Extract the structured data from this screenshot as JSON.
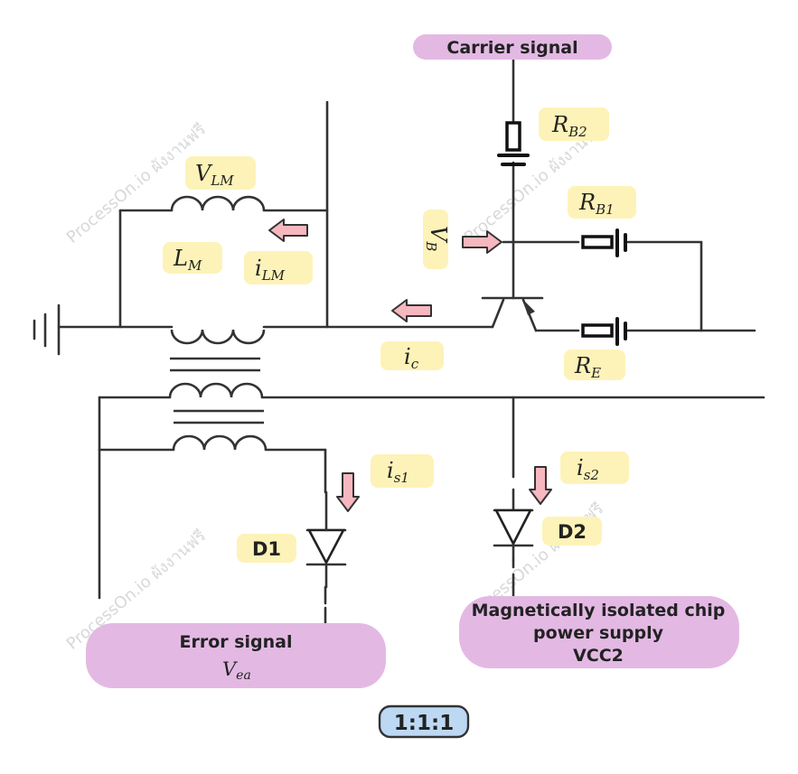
{
  "labels": {
    "carrier": "Carrier signal",
    "error_title": "Error signal",
    "error_sub_base": "V",
    "error_sub_index": "ea",
    "power_line1": "Magnetically isolated chip",
    "power_line2": "power supply",
    "power_line3": "VCC2",
    "ratio": "1:1:1",
    "d1": "D1",
    "d2": "D2"
  },
  "math_labels": {
    "rb2": {
      "base": "R",
      "sub": "B2"
    },
    "rb1": {
      "base": "R",
      "sub": "B1"
    },
    "re": {
      "base": "R",
      "sub": "E"
    },
    "vlm": {
      "base": "V",
      "sub": "LM"
    },
    "lm": {
      "base": "L",
      "sub": "M"
    },
    "ilm": {
      "base": "i",
      "sub": "LM"
    },
    "vb": {
      "base": "V",
      "sub": "B"
    },
    "ic": {
      "base": "i",
      "sub": "c"
    },
    "is1": {
      "base": "i",
      "sub": "s1"
    },
    "is2": {
      "base": "i",
      "sub": "s2"
    }
  },
  "watermark": "ProcessOn.io ผังงานฟรี",
  "colors": {
    "label_fill": "#fdf3b8",
    "pill_fill": "#e3b9e4",
    "ratio_fill": "#bcd8f3",
    "arrow_fill": "#f7b7bf",
    "wire": "#333333"
  }
}
